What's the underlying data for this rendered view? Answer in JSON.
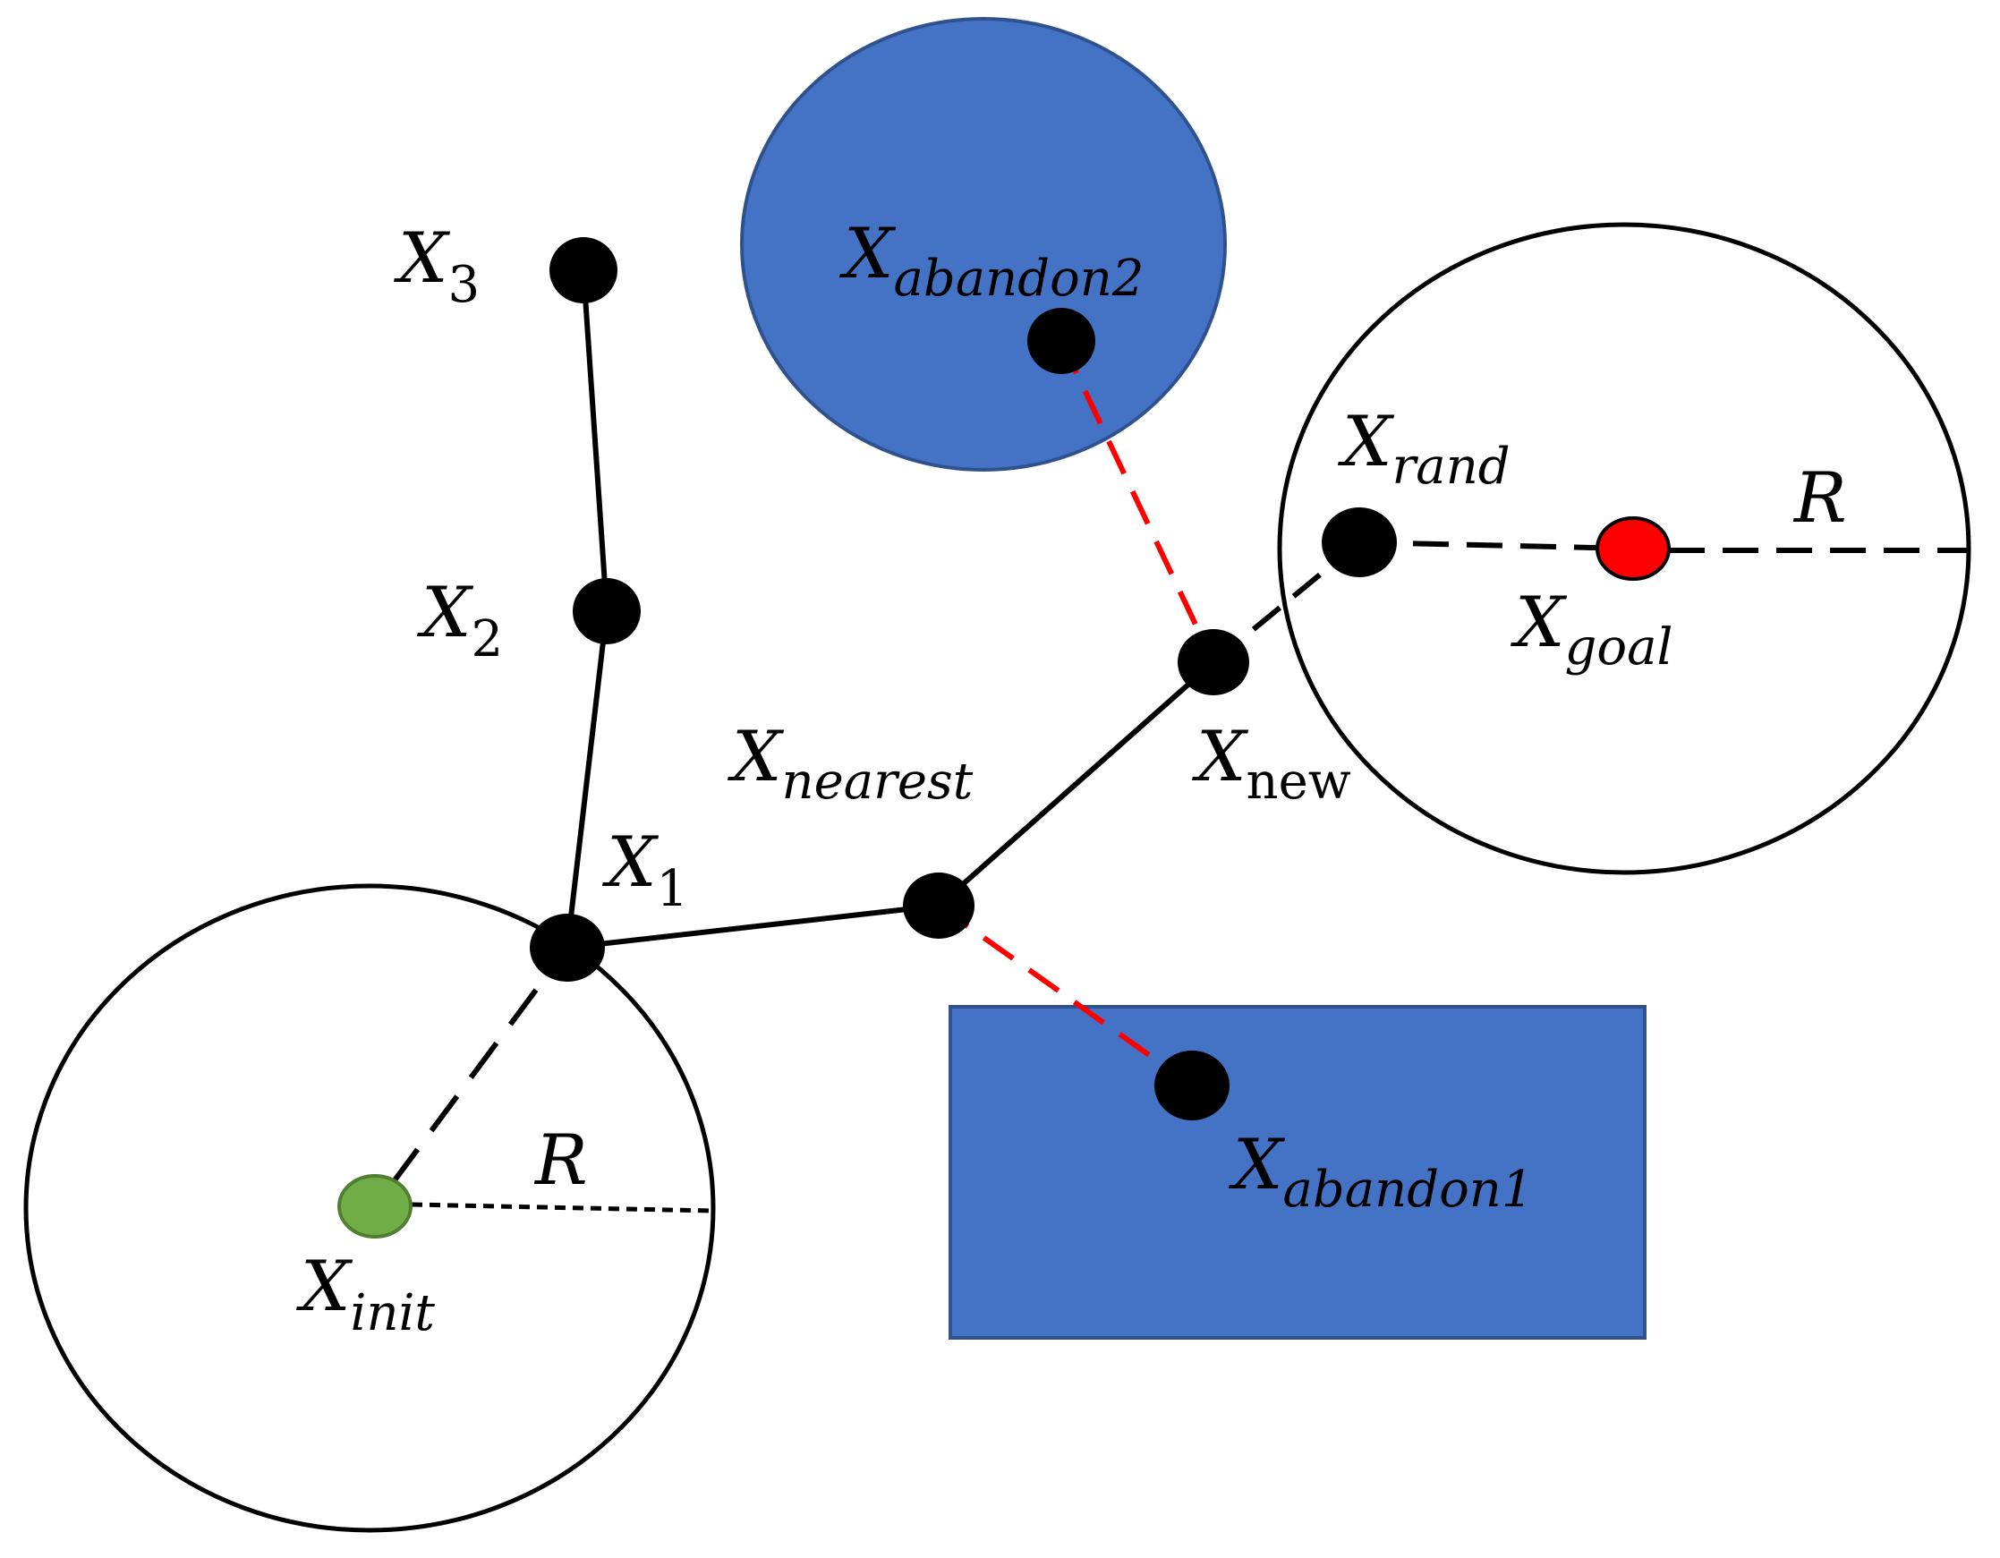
{
  "colors": {
    "obstacle_fill": "#4472C4",
    "obstacle_stroke": "#2F528F",
    "init_node": "#70AD47",
    "goal_node": "#FF0000",
    "node": "#000000",
    "abandon_link": "#FF0000"
  },
  "labels": {
    "x3": {
      "main": "X",
      "sub": "3"
    },
    "x2": {
      "main": "X",
      "sub": "2"
    },
    "x1": {
      "main": "X",
      "sub": "1"
    },
    "nearest": {
      "main": "X",
      "sub": "nearest"
    },
    "new": {
      "main": "X",
      "sub": "new"
    },
    "rand": {
      "main": "X",
      "sub": "rand"
    },
    "goal": {
      "main": "X",
      "sub": "goal"
    },
    "init": {
      "main": "X",
      "sub": "init"
    },
    "abandon1": {
      "main": "X",
      "sub": "abandon1"
    },
    "abandon2": {
      "main": "X",
      "sub": "abandon2"
    },
    "radius_init": "R",
    "radius_goal": "R"
  }
}
